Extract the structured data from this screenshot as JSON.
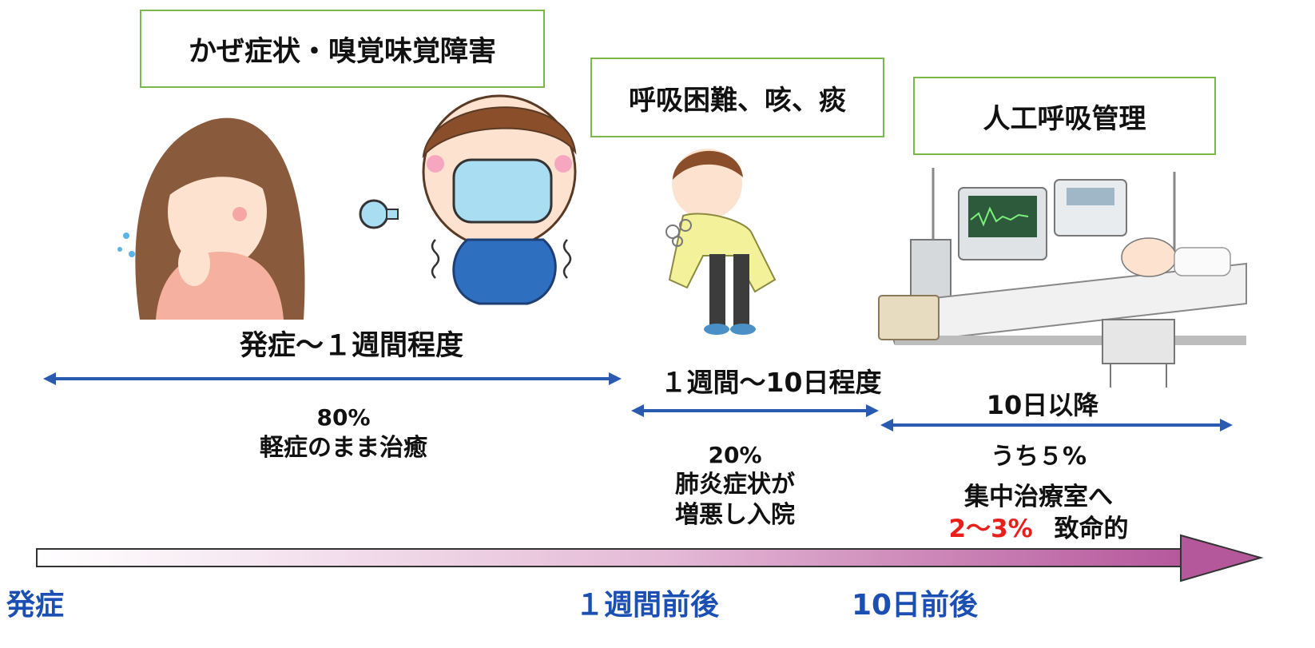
{
  "boxes": {
    "stage1": "かぜ症状・嗅覚味覚障害",
    "stage2": "呼吸困難、咳、痰",
    "stage3": "人工呼吸管理"
  },
  "periods": {
    "p1": "発症～１週間程度",
    "p2": "１週間～10日程度",
    "p3": "10日以降"
  },
  "outcomes": {
    "o1_pct": "80%",
    "o1_text": "軽症のまま治癒",
    "o2_pct": "20%",
    "o2_line1": "肺炎症状が",
    "o2_line2": "増悪し入院",
    "o3_pct": "うち５%",
    "o3_line1": "集中治療室へ",
    "o3_fatal_pct": "2～3%",
    "o3_fatal_text": "致命的"
  },
  "timeline": {
    "start": "発症",
    "week1": "１週間前後",
    "day10": "10日前後"
  },
  "colors": {
    "box_border": "#7ab84a",
    "range_arrow": "#2a5bb0",
    "timeline_start": "#ffffff",
    "timeline_end": "#b5579b",
    "timeline_label": "#1b4fb3",
    "fatal": "#e8201c"
  },
  "illustrations": [
    "coughing-woman",
    "masked-boy-shivering",
    "breathless-boy",
    "icu-ventilator-bed"
  ]
}
